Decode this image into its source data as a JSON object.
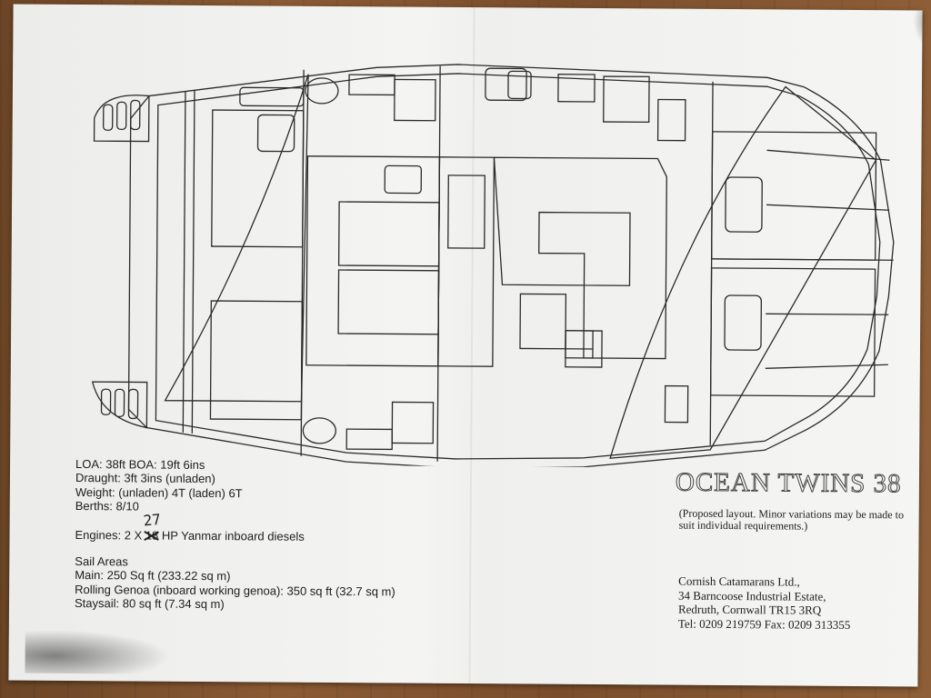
{
  "specs": {
    "loa_boa": "LOA: 38ft BOA: 19ft 6ins",
    "draught": "Draught: 3ft 3ins (unladen)",
    "weight": "Weight: (unladen) 4T (laden) 6T",
    "berths": "Berths: 8/10",
    "engines_prefix": "Engines: 2 X ",
    "engines_struck": "18",
    "engines_handwritten": "27",
    "engines_suffix": " HP Yanmar inboard diesels",
    "sail_heading": "Sail Areas",
    "main": "Main: 250 Sq ft (233.22 sq m)",
    "genoa": "Rolling Genoa (inboard working genoa): 350 sq ft (32.7 sq m)",
    "staysail": "Staysail: 80 sq ft (7.34 sq m)"
  },
  "brand": {
    "title": "OCEAN TWINS 38",
    "note": "(Proposed layout. Minor variations may be made to suit individual requirements.)"
  },
  "company": {
    "name": "Cornish Catamarans Ltd.,",
    "address1": "34 Barncoose Industrial Estate,",
    "address2": "Redruth, Cornwall TR15 3RQ",
    "contact": "Tel: 0209 219759 Fax: 0209 313355"
  },
  "colors": {
    "ink": "#1c1c1c",
    "paper": "#f2f2f0",
    "wood": "#7a4e2c"
  }
}
